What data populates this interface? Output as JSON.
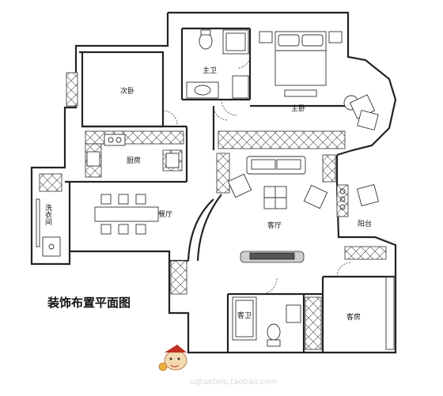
{
  "plan": {
    "title": "装饰布置平面图",
    "watermark": "ugtaetelp.taobao.com"
  },
  "rooms": {
    "master_bath": "主卫",
    "second_bedroom": "次卧",
    "master_bedroom": "主卧",
    "kitchen": "厨房",
    "laundry": "洗衣间",
    "dining_room": "餐厅",
    "living_room": "客厅",
    "balcony": "阳台",
    "guest_bath": "客卫",
    "guest_room": "客房"
  },
  "colors": {
    "wall": "#222222",
    "line": "#333333",
    "hatch": "#444444"
  }
}
